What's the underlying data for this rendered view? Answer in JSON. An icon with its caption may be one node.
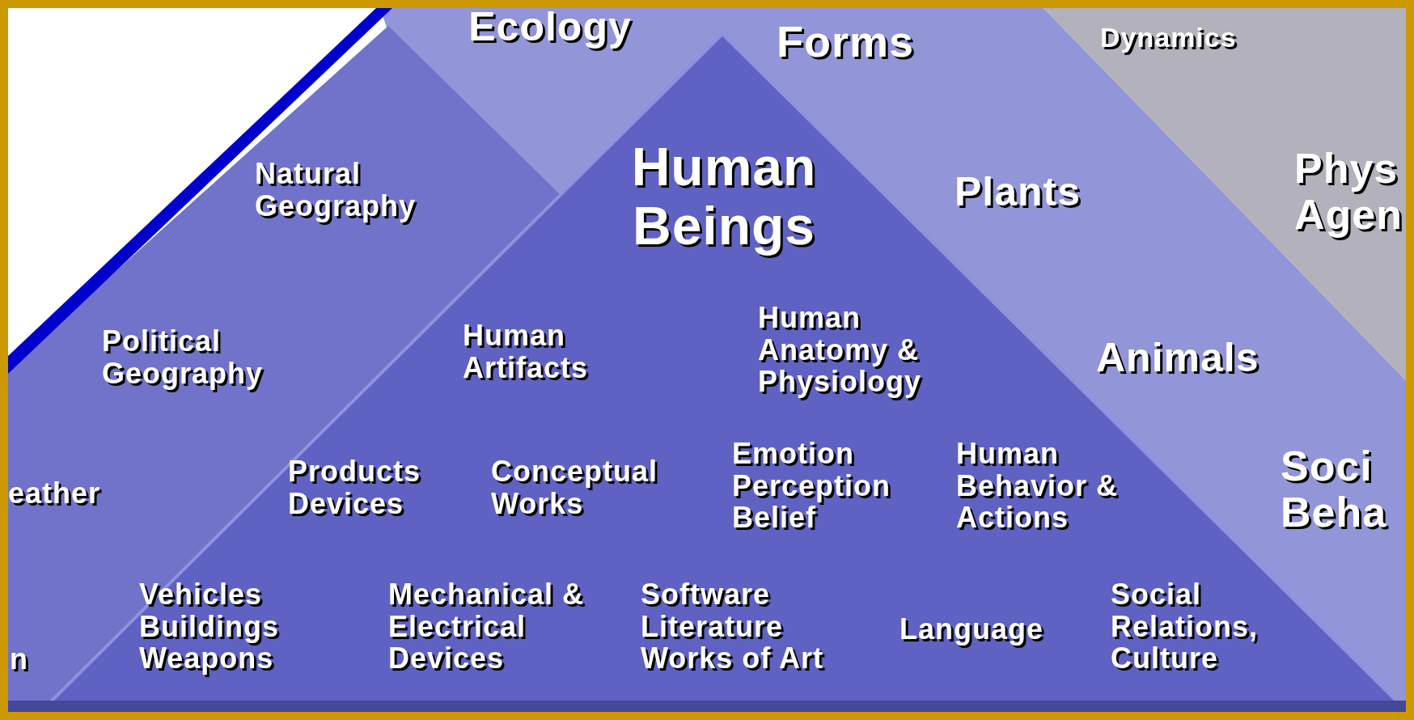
{
  "diagram": {
    "labels": [
      "Ecology",
      "Forms",
      "Dynamics",
      "Natural Geography",
      "Human Beings",
      "Plants",
      "Phys Agen",
      "Political Geography",
      "Human Artifacts",
      "Human Anatomy & Physiology",
      "Animals",
      "eather",
      "Products Devices",
      "Conceptual Works",
      "Emotion Perception Belief",
      "Human Behavior & Actions",
      "Soci Beha",
      "n",
      "Vehicles Buildings Weapons",
      "Mechanical & Electrical Devices",
      "Software Literature Works of Art",
      "Language",
      "Social Relations, Culture"
    ]
  }
}
